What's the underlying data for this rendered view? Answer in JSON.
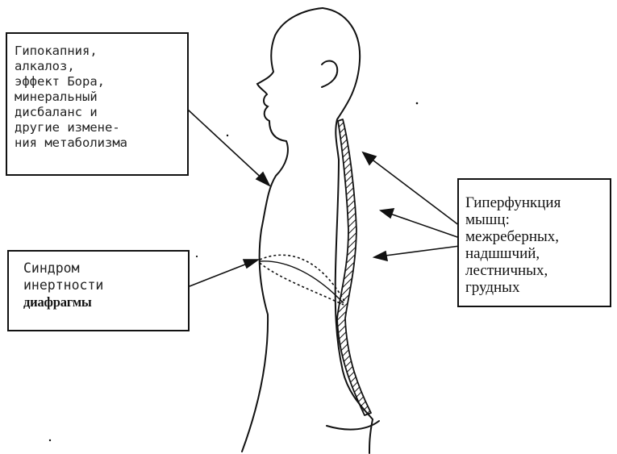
{
  "labels": {
    "metabolic": [
      "Гипокапния,",
      "алкалоз,",
      "эффект Бора,",
      "минеральный",
      "дисбаланс и",
      "другие измене-",
      "ния метаболизма"
    ],
    "diaphragm": [
      "Синдром",
      "инертности",
      "диафрагмы"
    ],
    "muscles": [
      "Гиперфункция",
      "мышц:",
      "межреберных,",
      "надшшчий,",
      "лестничных,",
      "грудных"
    ]
  },
  "colors": {
    "ink": "#111111",
    "background": "#ffffff"
  }
}
